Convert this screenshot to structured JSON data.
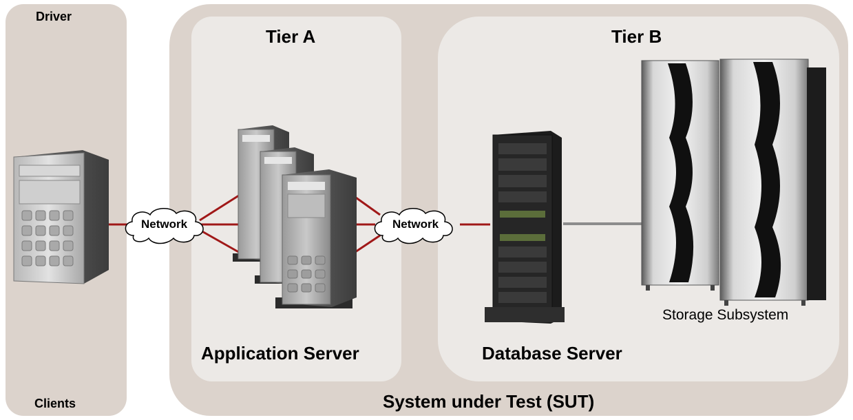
{
  "driver": {
    "title": "Driver",
    "footer": "Clients"
  },
  "sut": {
    "title": "System under Test (SUT)"
  },
  "tier_a": {
    "title": "Tier A",
    "caption": "Application Server"
  },
  "tier_b": {
    "title": "Tier B",
    "caption": "Database Server",
    "storage_caption": "Storage Subsystem"
  },
  "networks": [
    {
      "label": "Network"
    },
    {
      "label": "Network"
    }
  ],
  "colors": {
    "panel_outer": "#dcd3cc",
    "panel_inner": "#ece9e6",
    "link": "#a01818",
    "storage_link": "#8c8c8c"
  },
  "icons": [
    "client-tower-icon",
    "server-tower-icon",
    "network-cloud-icon",
    "storage-cabinet-icon"
  ]
}
